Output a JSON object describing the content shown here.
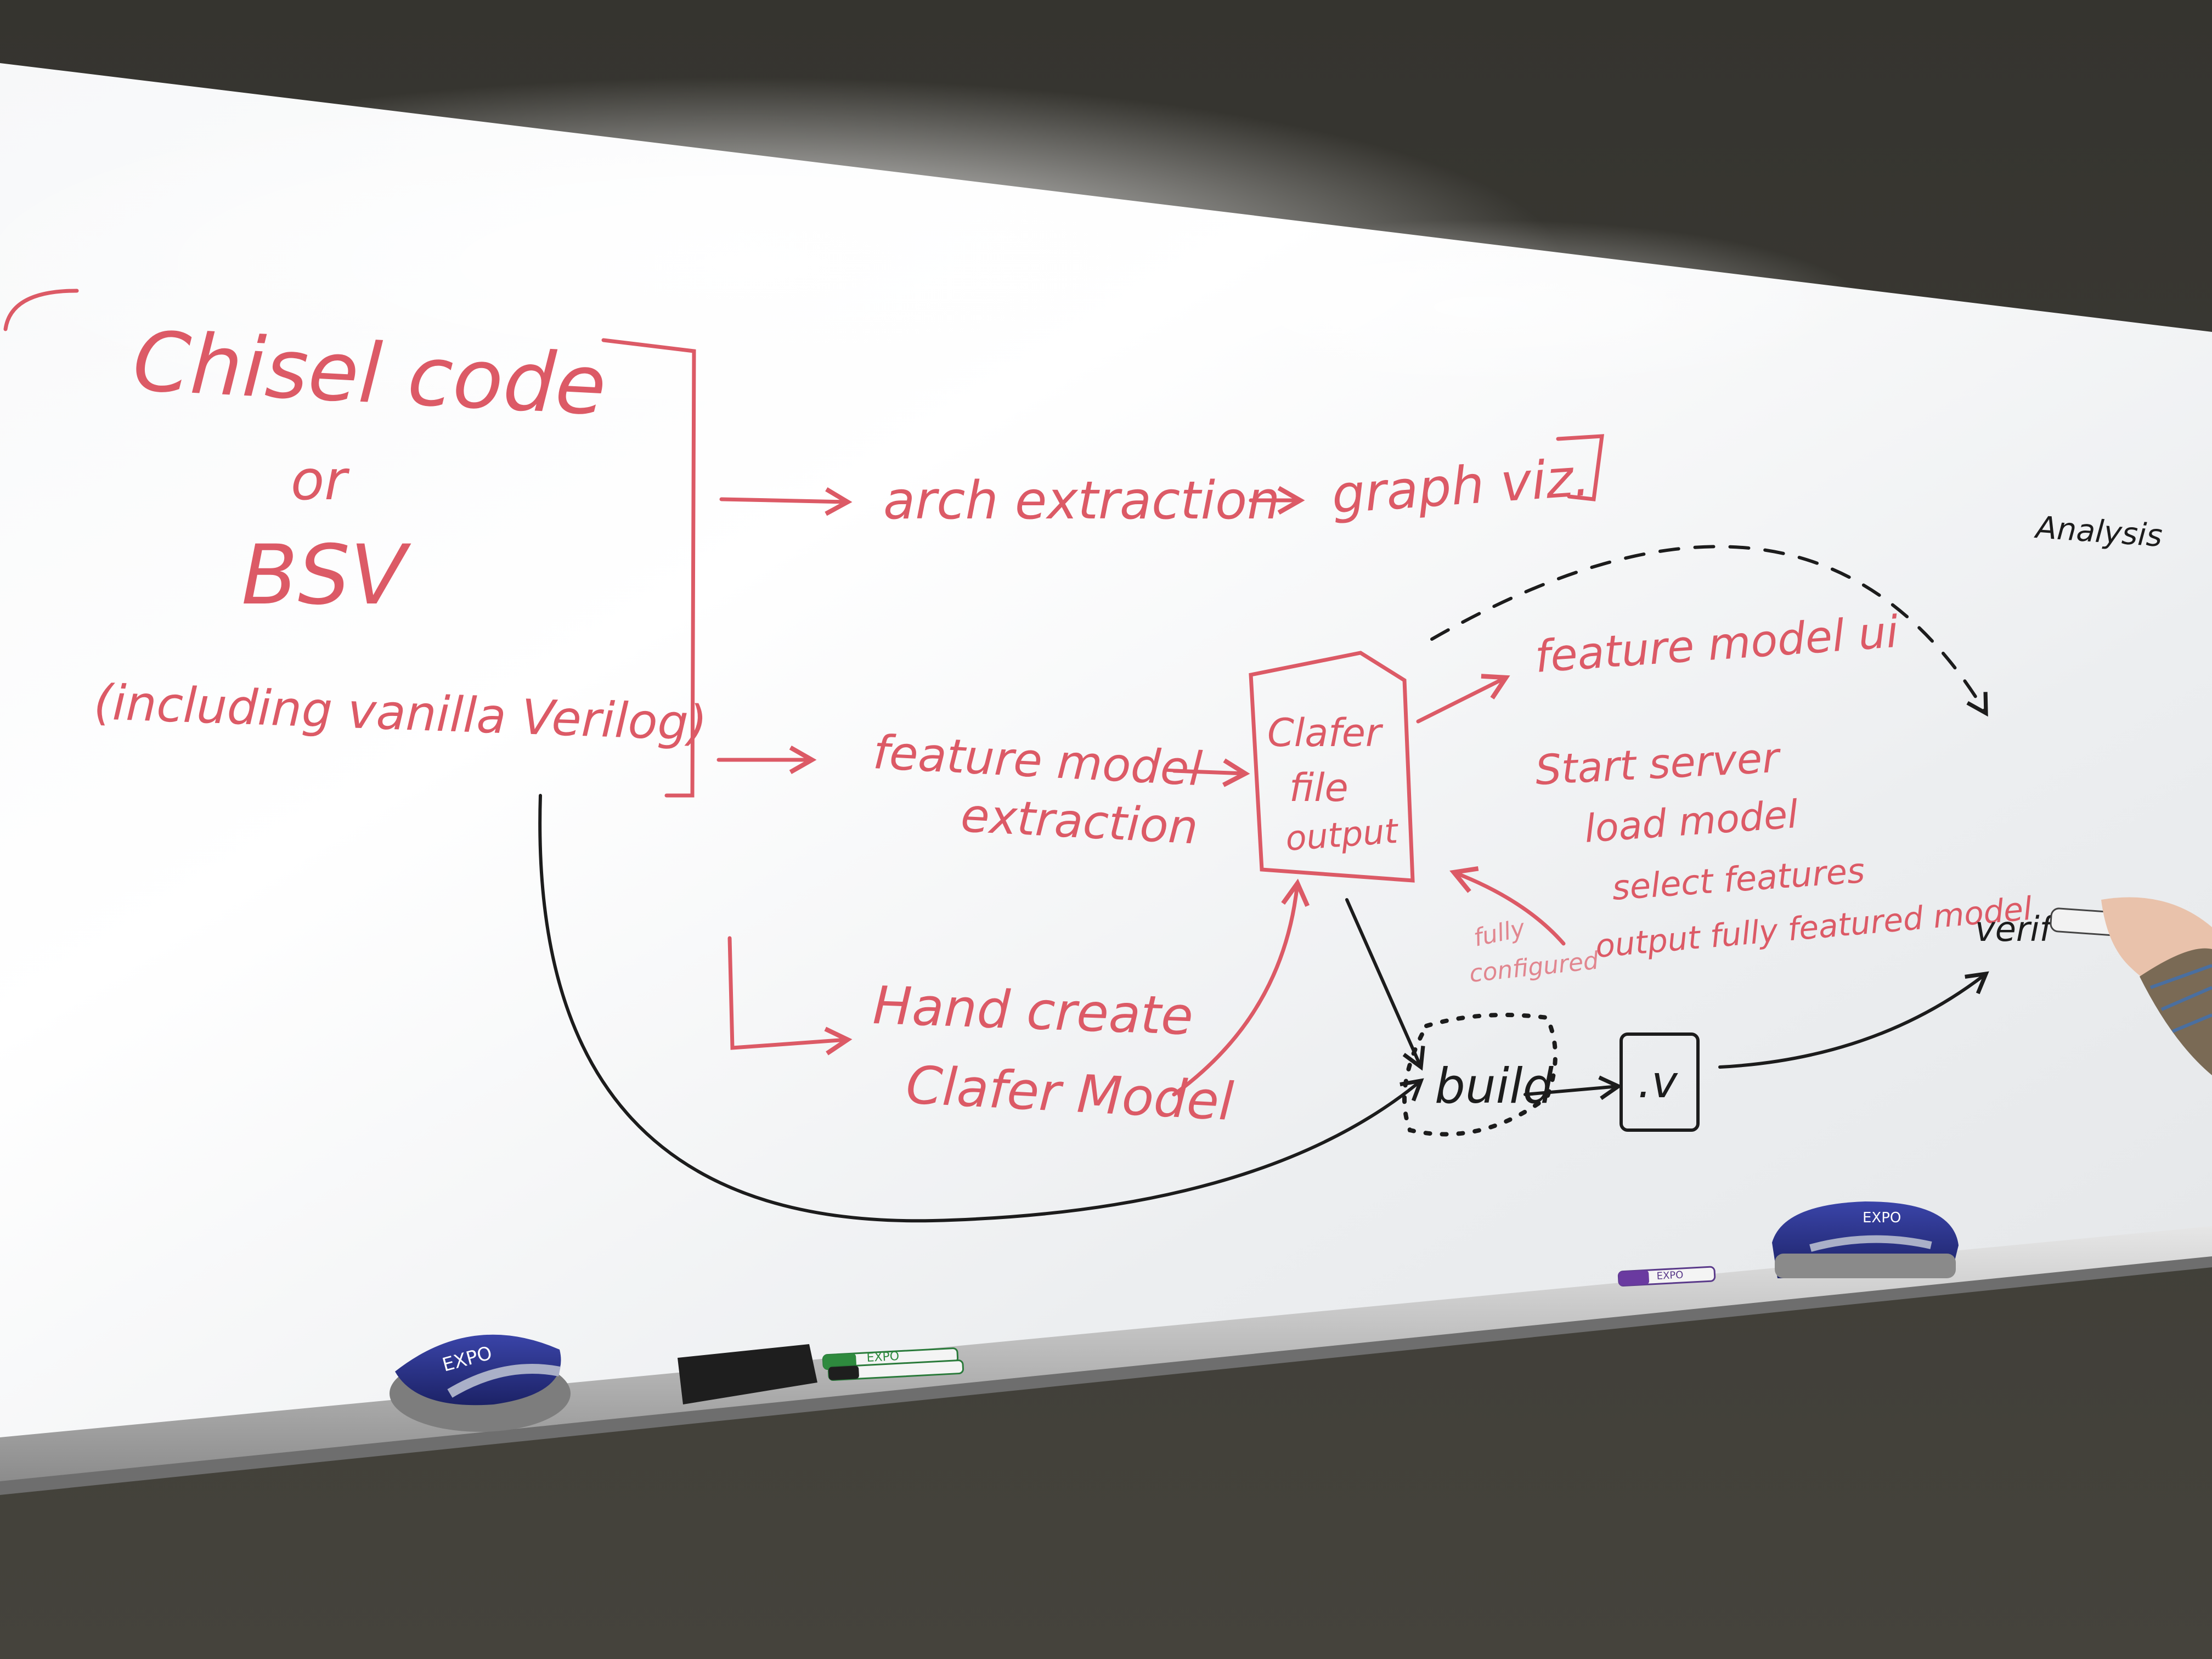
{
  "board": {
    "red_color": "#dc5a66",
    "black_color": "#1c1c1c",
    "source_block": {
      "line1": "Chisel code",
      "line2": "or",
      "line3": "BSV",
      "line4": "(including vanilla Verilog)"
    },
    "arch_extraction": "arch extraction",
    "graph_viz": "graph viz.",
    "feature_model_extraction_1": "feature model",
    "feature_model_extraction_2": "extraction",
    "hand_create_1": "Hand create",
    "hand_create_2": "Clafer Model",
    "clafer_box_1": "Clafer",
    "clafer_box_2": "file",
    "clafer_box_3": "output",
    "feature_model_ui": "feature model ui",
    "steps": [
      "Start server",
      "load model",
      "select features",
      "output fully featured model"
    ],
    "fully_configured_1": "fully",
    "fully_configured_2": "configured",
    "build": "build",
    "v_file": ".v",
    "verification": "verif",
    "analysis": "Analysis"
  },
  "objects": {
    "marker_brand_left": "EXPO",
    "marker_brand_mid": "EXPO",
    "eraser_brand_left": "EXPO",
    "eraser_brand_right": "EXPO"
  }
}
